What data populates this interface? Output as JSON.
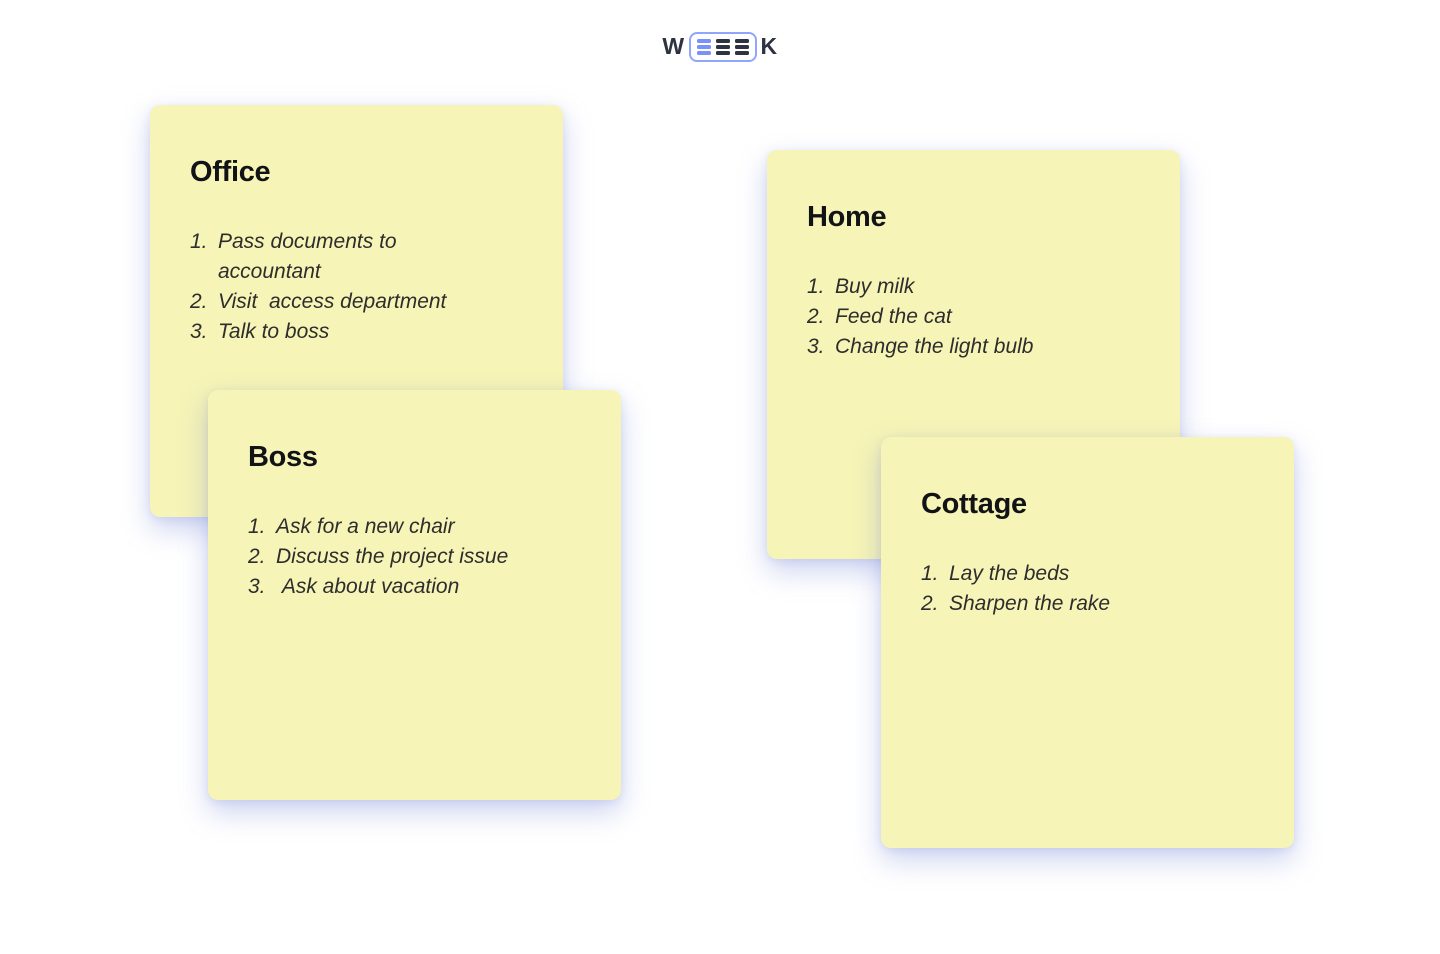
{
  "logo": {
    "letter_w": "W",
    "letter_k": "K",
    "brand_blue": "#7B91FA",
    "brand_dark": "#2F3240"
  },
  "board": {
    "note_background": "#F6F4B6",
    "notes": [
      {
        "id": "office",
        "title": "Office",
        "numbers": [
          "1.",
          "2.",
          "3."
        ],
        "items": [
          "Pass documents to\naccountant",
          "Visit  access department",
          "Talk to boss"
        ]
      },
      {
        "id": "boss",
        "title": "Boss",
        "numbers": [
          "1.",
          "2.",
          "3."
        ],
        "items": [
          "Ask for a new chair",
          "Discuss the project issue",
          " Ask about vacation"
        ]
      },
      {
        "id": "home",
        "title": "Home",
        "numbers": [
          "1.",
          "2.",
          "3."
        ],
        "items": [
          "Buy milk",
          "Feed the cat",
          "Change the light bulb"
        ]
      },
      {
        "id": "cottage",
        "title": "Cottage",
        "numbers": [
          "1.",
          "2."
        ],
        "items": [
          "Lay the beds",
          "Sharpen the rake"
        ]
      }
    ]
  }
}
